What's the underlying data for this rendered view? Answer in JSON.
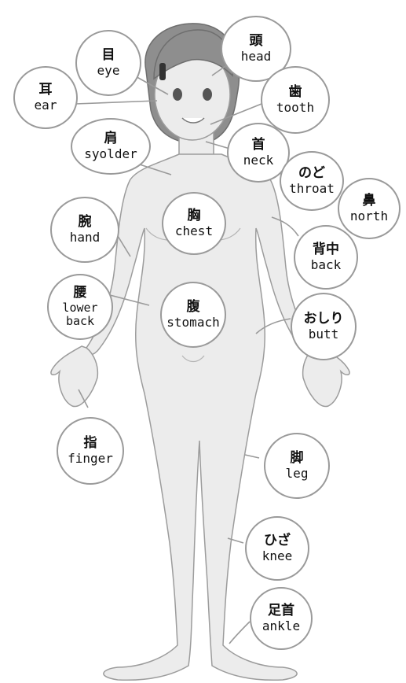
{
  "labels": {
    "eye": {
      "jp": "目",
      "en": "eye"
    },
    "head": {
      "jp": "頭",
      "en": "head"
    },
    "ear": {
      "jp": "耳",
      "en": "ear"
    },
    "tooth": {
      "jp": "歯",
      "en": "tooth"
    },
    "shoulder": {
      "jp": "肩",
      "en": "syolder"
    },
    "neck": {
      "jp": "首",
      "en": "neck"
    },
    "throat": {
      "jp": "のど",
      "en": "throat"
    },
    "nose": {
      "jp": "鼻",
      "en": "north"
    },
    "arm": {
      "jp": "腕",
      "en": "hand"
    },
    "chest": {
      "jp": "胸",
      "en": "chest"
    },
    "back": {
      "jp": "背中",
      "en": "back"
    },
    "lowerback": {
      "jp": "腰",
      "en": "lower\nback"
    },
    "stomach": {
      "jp": "腹",
      "en": "stomach"
    },
    "butt": {
      "jp": "おしり",
      "en": "butt"
    },
    "finger": {
      "jp": "指",
      "en": "finger"
    },
    "leg": {
      "jp": "脚",
      "en": "leg"
    },
    "knee": {
      "jp": "ひざ",
      "en": "knee"
    },
    "ankle": {
      "jp": "足首",
      "en": "ankle"
    }
  },
  "colors": {
    "skin": "#ececec",
    "outline": "#9c9c9c",
    "hair": "#8e8e8e",
    "bubble_border": "#9a9a9a",
    "background": "#ffffff"
  }
}
